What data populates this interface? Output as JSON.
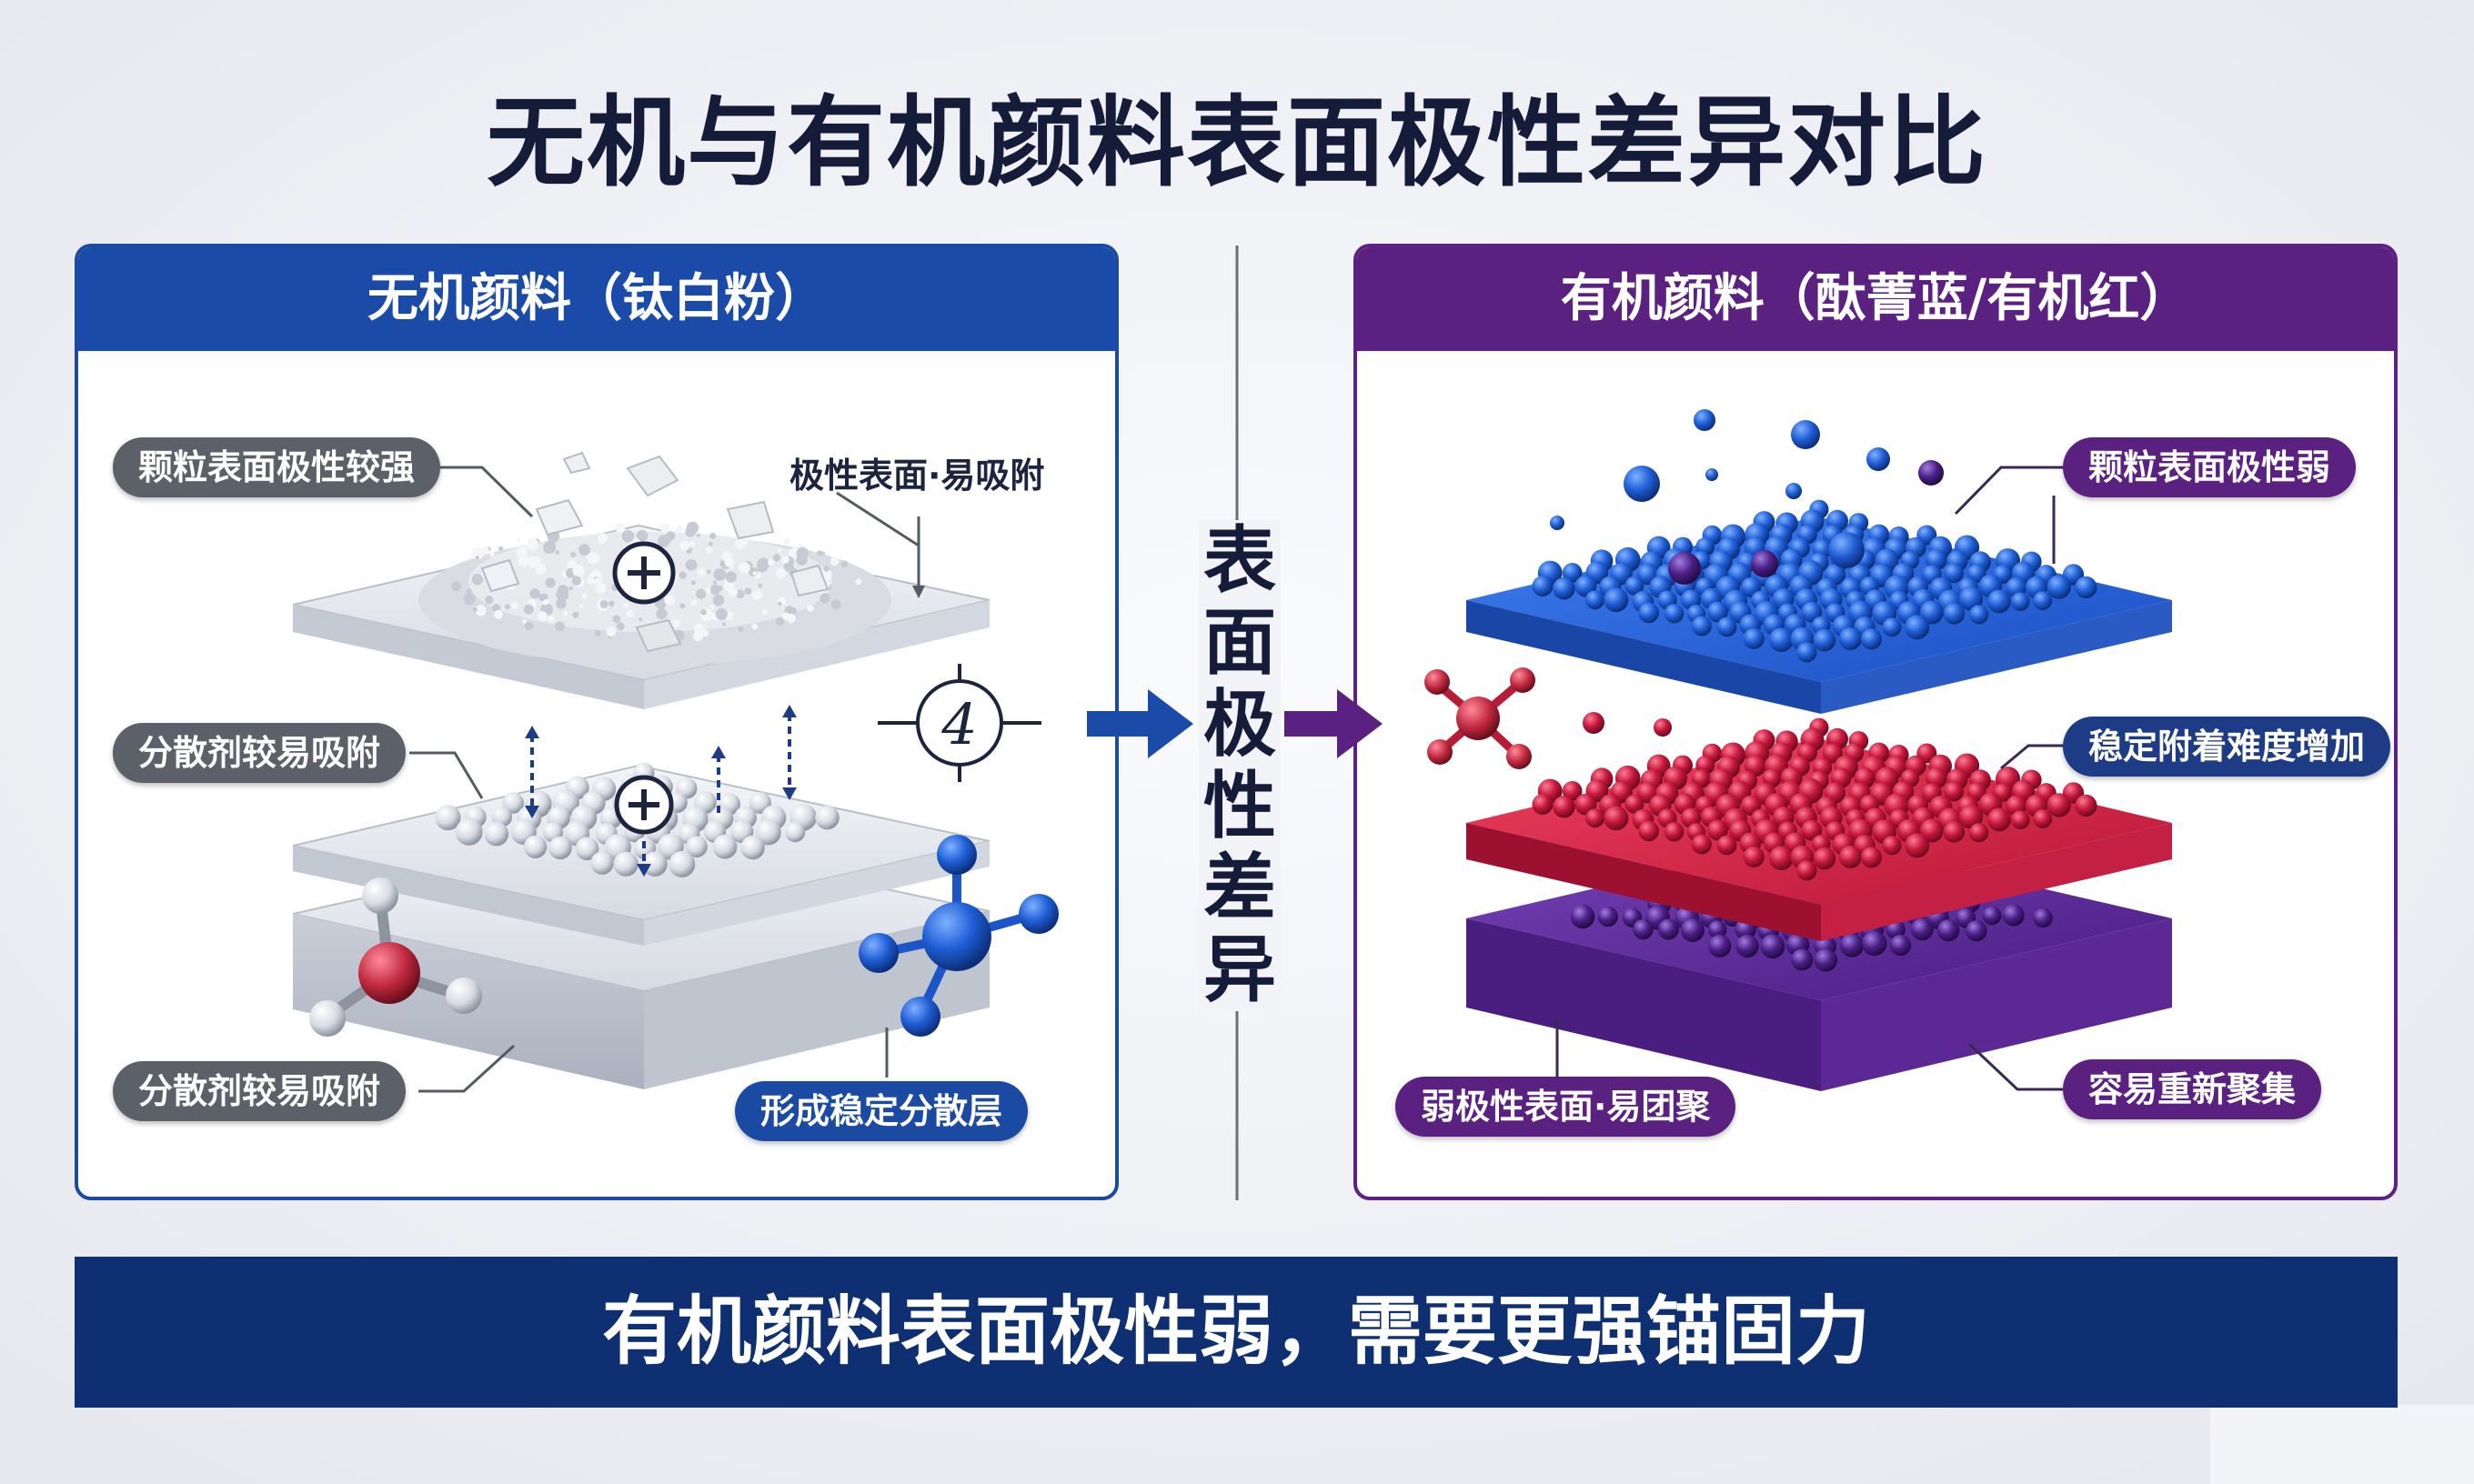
{
  "title": "无机与有机颜料表面极性差异对比",
  "left_panel": {
    "header": "无机颜料（钛白粉）",
    "labels": {
      "particle_surface": "颗粒表面极性较强",
      "polar_surface": "极性表面·易吸附",
      "dispersant_1": "分散剂较易吸附",
      "dispersant_2": "分散剂较易吸附",
      "stable_layer": "形成稳定分散层"
    },
    "symbol": "4"
  },
  "middle": {
    "text": "表面极性差异"
  },
  "right_panel": {
    "header": "有机颜料（酞菁蓝/有机红）",
    "labels": {
      "weak_polarity": "颗粒表面极性弱",
      "hard_adsorb": "稳定附着难度增加",
      "weak_surface": "弱极性表面·易团聚",
      "reagglomerate": "容易重新聚集"
    }
  },
  "banner": "有机颜料表面极性弱，需要更强锚固力",
  "colors": {
    "title": "#141c3a",
    "left_accent": "#1a4ba8",
    "right_accent": "#5a2180",
    "banner": "#0f2f73",
    "blue_particles": "#1f5ed6",
    "red_particles": "#c4183b",
    "purple_particles": "#4b1f86"
  }
}
